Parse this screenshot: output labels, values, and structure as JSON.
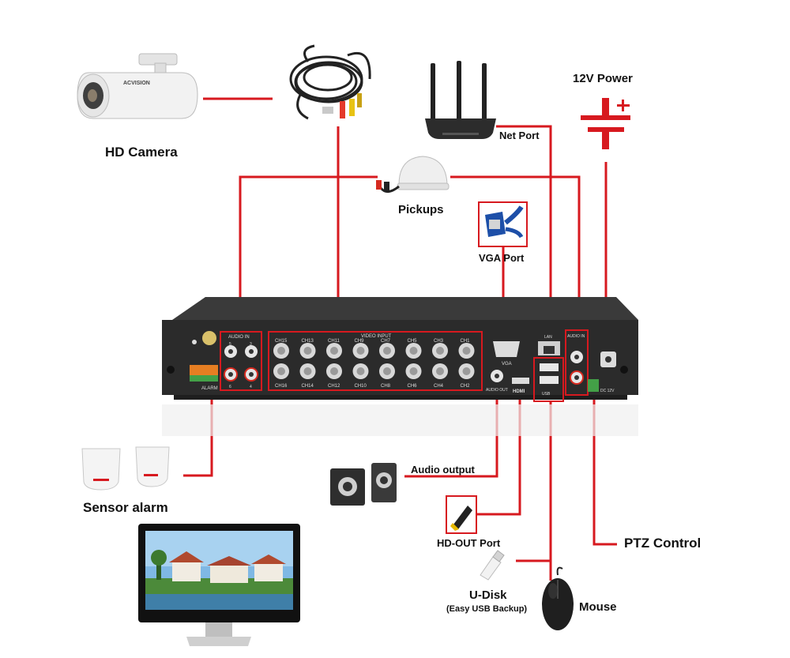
{
  "labels": {
    "hd_camera": "HD Camera",
    "power": "12V Power",
    "net_port": "Net Port",
    "pickups": "Pickups",
    "vga_port": "VGA Port",
    "sensor_alarm": "Sensor alarm",
    "audio_output": "Audio output",
    "hd_out_port": "HD-OUT Port",
    "ptz_control": "PTZ Control",
    "u_disk": "U-Disk",
    "u_disk_note": "(Easy USB Backup)",
    "mouse": "Mouse"
  },
  "panel": {
    "audio_in_left": "AUDIO IN",
    "video_input": "VIDEO INPUT",
    "audio_in_right": "AUDIO IN",
    "lan": "LAN",
    "vga": "VGA",
    "audio_out": "AUDIO OUT",
    "hdmi": "HDMI",
    "usb": "USB",
    "dc": "DC 12V",
    "alarm": "ALARM",
    "camera_brand": "ACVISION",
    "channels_top": [
      "CH15",
      "CH13",
      "CH11",
      "CH9",
      "CH7",
      "CH5",
      "CH3",
      "CH1"
    ],
    "channels_bottom": [
      "CH16",
      "CH14",
      "CH12",
      "CH10",
      "CH8",
      "CH6",
      "CH4",
      "CH2"
    ],
    "audio_left_nums_top": [
      "5",
      "3"
    ],
    "audio_left_nums_bottom": [
      "6",
      "4"
    ]
  },
  "colors": {
    "wire": "#d7191f",
    "dvr_body": "#2b2b2b",
    "dvr_top": "#3a3a3a"
  }
}
